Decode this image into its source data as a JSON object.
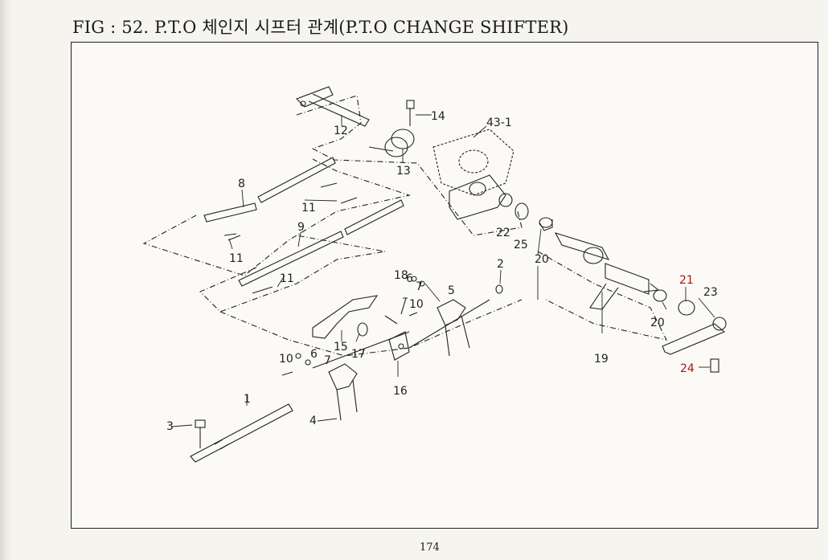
{
  "document": {
    "title": "FIG : 52. P.T.O 체인지 시프터 관계(P.T.O CHANGE SHIFTER)",
    "page_number": "174"
  },
  "diagram": {
    "callouts": [
      {
        "id": "c12",
        "text": "12"
      },
      {
        "id": "c14",
        "text": "14"
      },
      {
        "id": "c43",
        "text": "43-1"
      },
      {
        "id": "c13",
        "text": "13"
      },
      {
        "id": "c8",
        "text": "8"
      },
      {
        "id": "c11a",
        "text": "11"
      },
      {
        "id": "c11b",
        "text": "11"
      },
      {
        "id": "c9",
        "text": "9"
      },
      {
        "id": "c11c",
        "text": "11"
      },
      {
        "id": "c22",
        "text": "22"
      },
      {
        "id": "c25",
        "text": "25"
      },
      {
        "id": "c2",
        "text": "2"
      },
      {
        "id": "c20a",
        "text": "20"
      },
      {
        "id": "c18",
        "text": "18"
      },
      {
        "id": "c6a",
        "text": "6"
      },
      {
        "id": "c7a",
        "text": "7"
      },
      {
        "id": "c5",
        "text": "5"
      },
      {
        "id": "c10a",
        "text": "10"
      },
      {
        "id": "c21",
        "text": "21"
      },
      {
        "id": "c23",
        "text": "23"
      },
      {
        "id": "c20b",
        "text": "20"
      },
      {
        "id": "c15",
        "text": "15"
      },
      {
        "id": "c17",
        "text": "17"
      },
      {
        "id": "c10b",
        "text": "10"
      },
      {
        "id": "c6b",
        "text": "6"
      },
      {
        "id": "c7b",
        "text": "7"
      },
      {
        "id": "c19",
        "text": "19"
      },
      {
        "id": "c24",
        "text": "24"
      },
      {
        "id": "c16",
        "text": "16"
      },
      {
        "id": "c1",
        "text": "1"
      },
      {
        "id": "c3",
        "text": "3"
      },
      {
        "id": "c4",
        "text": "4"
      }
    ]
  }
}
